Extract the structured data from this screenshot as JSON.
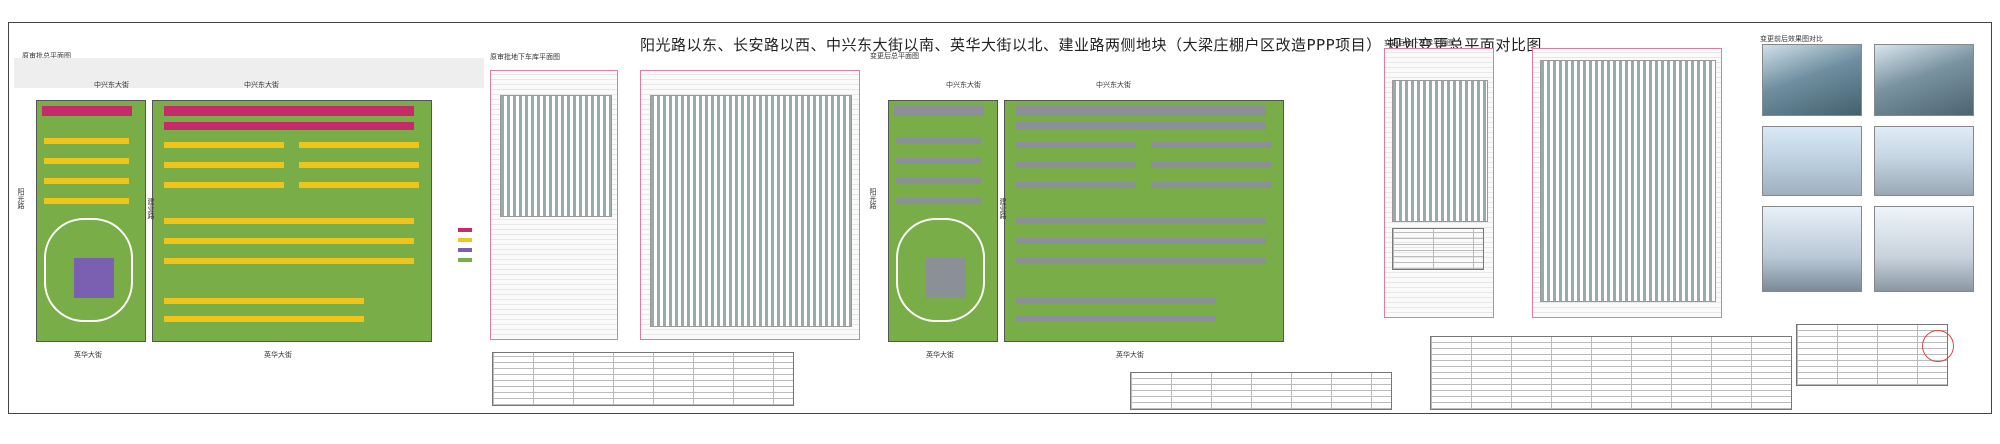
{
  "drawing_title": "阳光路以东、长安路以西、中兴东大街以南、英华大街以北、建业路两侧地块（大梁庄棚户区改造PPP项目） 规划变更总平面对比图",
  "panels": {
    "original_site_plan": "原审批总平面图",
    "original_basement_plan": "原审批地下车库平面图",
    "revised_site_plan": "变更后总平面图",
    "revised_basement_plan": "变更后地下车库平面图",
    "renderings": "变更前后效果图对比"
  },
  "road_labels": {
    "north_road": "中兴东大街",
    "south_road": "英华大街",
    "west_road": "阳光路",
    "middle_road": "建业路"
  },
  "colors": {
    "green_space": "#78ad48",
    "residential_original": "#c72a6a",
    "residential_highlight": "#f0c419",
    "residential_revised": "#8b8f96",
    "school": "#7b5fb0",
    "boundary": "#e57aa0"
  }
}
